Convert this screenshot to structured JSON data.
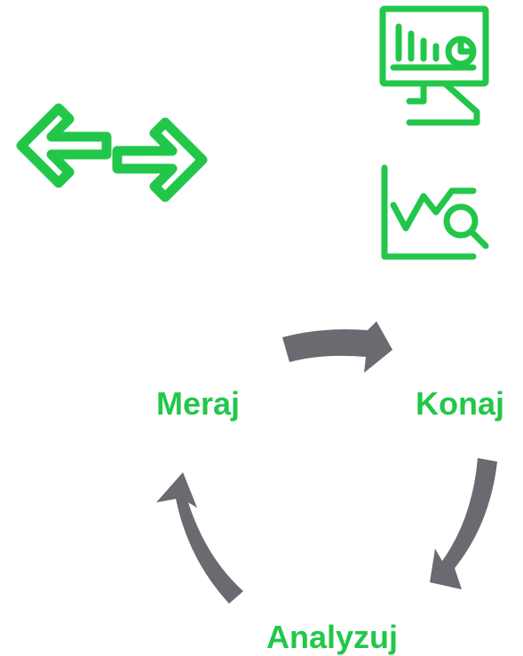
{
  "diagram": {
    "labels": {
      "measure": "Meraj",
      "act": "Konaj",
      "analyze": "Analyzuj"
    },
    "colors": {
      "accent": "#22c74a",
      "arrow": "#6a6b70"
    },
    "icons": {
      "exchange": "bidirectional-arrows-icon",
      "dashboard": "monitor-chart-icon",
      "analysis": "chart-magnifier-icon"
    }
  }
}
